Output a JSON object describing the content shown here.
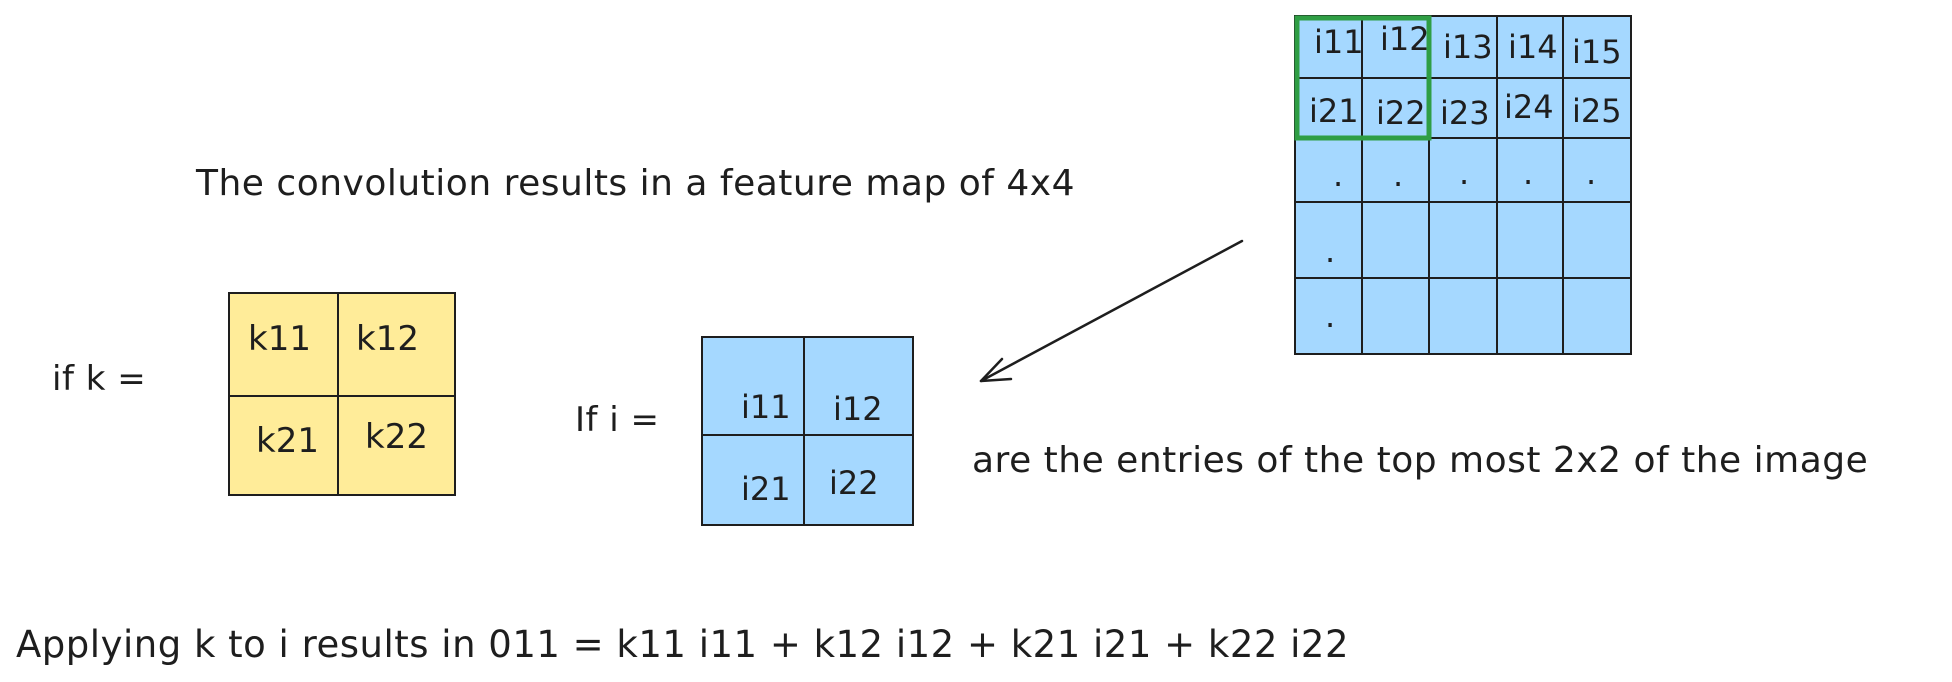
{
  "headline": "The convolution results in a feature map of 4x4",
  "kernel": {
    "label": "if k =",
    "fill": "#ffec99",
    "cells": [
      [
        "k11",
        "k12"
      ],
      [
        "k21",
        "k22"
      ]
    ]
  },
  "patch": {
    "label": "If i =",
    "fill": "#a5d8ff",
    "cells": [
      [
        "i11",
        "i12"
      ],
      [
        "i21",
        "i22"
      ]
    ]
  },
  "image_grid": {
    "fill": "#a5d8ff",
    "highlight_color": "#2f9e44",
    "rows": [
      [
        "i11",
        "i12",
        "i13",
        "i14",
        "i15"
      ],
      [
        "i21",
        "i22",
        "i23",
        "i24",
        "i25"
      ],
      [
        ".",
        ".",
        ".",
        ".",
        "."
      ],
      [
        ".",
        "",
        "",
        "",
        ""
      ],
      [
        ".",
        "",
        "",
        "",
        ""
      ]
    ]
  },
  "entries_note": "are the entries of the top most 2x2 of the image",
  "formula": "Applying k to i results in 011 = k11 i11 + k12 i12 + k21 i21 + k22 i22"
}
